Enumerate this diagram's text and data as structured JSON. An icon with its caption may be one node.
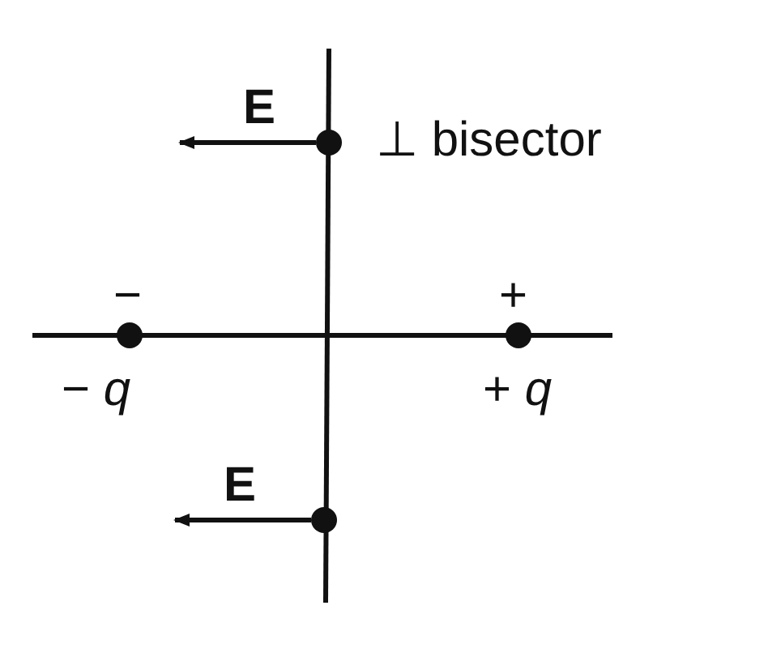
{
  "diagram": {
    "nodes": [
      {
        "text": [],
        "shape": "circle",
        "beside": [
          "−",
          "− *q*"
        ]
      },
      {
        "text": [],
        "shape": "circle",
        "beside": [
          "+",
          "+ *q*"
        ]
      },
      {
        "text": [],
        "shape": "circle"
      },
      {
        "text": [],
        "shape": "circle"
      }
    ],
    "edges": [
      {
        "from": 2,
        "to": null,
        "arrow": "to",
        "label": "E"
      },
      {
        "from": 3,
        "to": null,
        "arrow": "to",
        "label": "E"
      }
    ],
    "labels": [
      "⊥ bisector"
    ]
  }
}
